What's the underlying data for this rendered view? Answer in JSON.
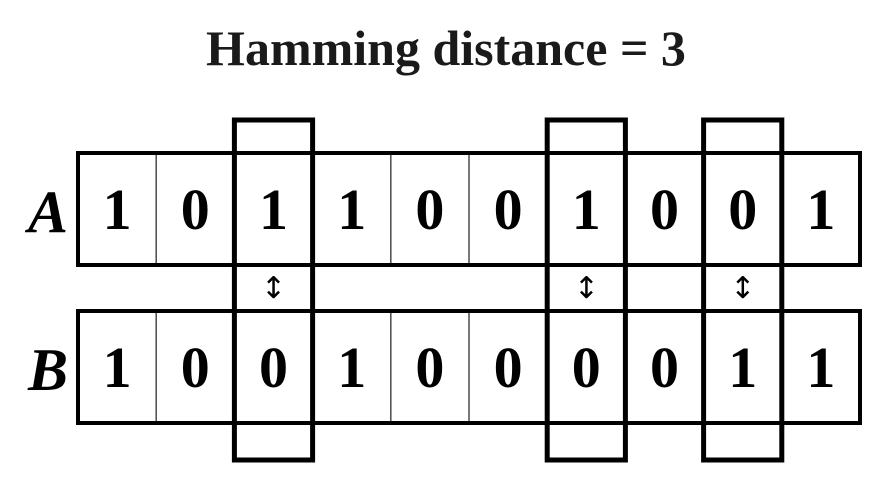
{
  "title": "Hamming distance = 3",
  "rows": [
    {
      "label": "A",
      "bits": [
        "1",
        "0",
        "1",
        "1",
        "0",
        "0",
        "1",
        "0",
        "0",
        "1"
      ]
    },
    {
      "label": "B",
      "bits": [
        "1",
        "0",
        "0",
        "1",
        "0",
        "0",
        "0",
        "0",
        "1",
        "1"
      ]
    }
  ],
  "differing_positions": [
    2,
    6,
    8
  ],
  "difference_marker": "↕"
}
